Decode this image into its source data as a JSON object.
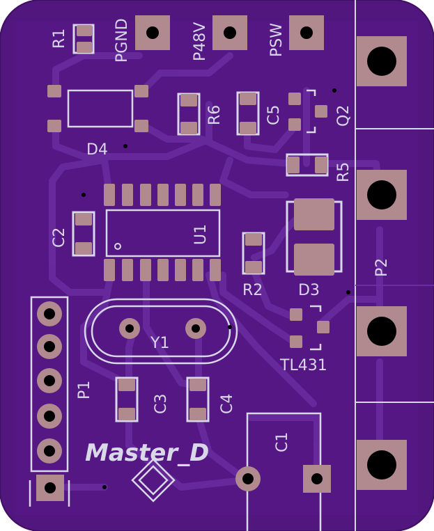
{
  "board": {
    "title": "Master_D",
    "colors": {
      "substrate": "#52167f",
      "copper": "#6a2aa0",
      "trace": "#5b1d8e",
      "pad": "#b08a8f",
      "silkscreen": "#d8d8e8",
      "drill": "#000000"
    }
  },
  "labels": {
    "r1": "R1",
    "pgnd": "PGND",
    "p48v": "P48V",
    "psw": "PSW",
    "d4": "D4",
    "r6": "R6",
    "c5": "C5",
    "q2": "Q2",
    "r5": "R5",
    "c2": "C2",
    "u1": "U1",
    "r2": "R2",
    "d3": "D3",
    "p2": "P2",
    "y1": "Y1",
    "tl431": "TL431",
    "p1": "P1",
    "c3": "C3",
    "c4": "C4",
    "c1": "C1"
  }
}
